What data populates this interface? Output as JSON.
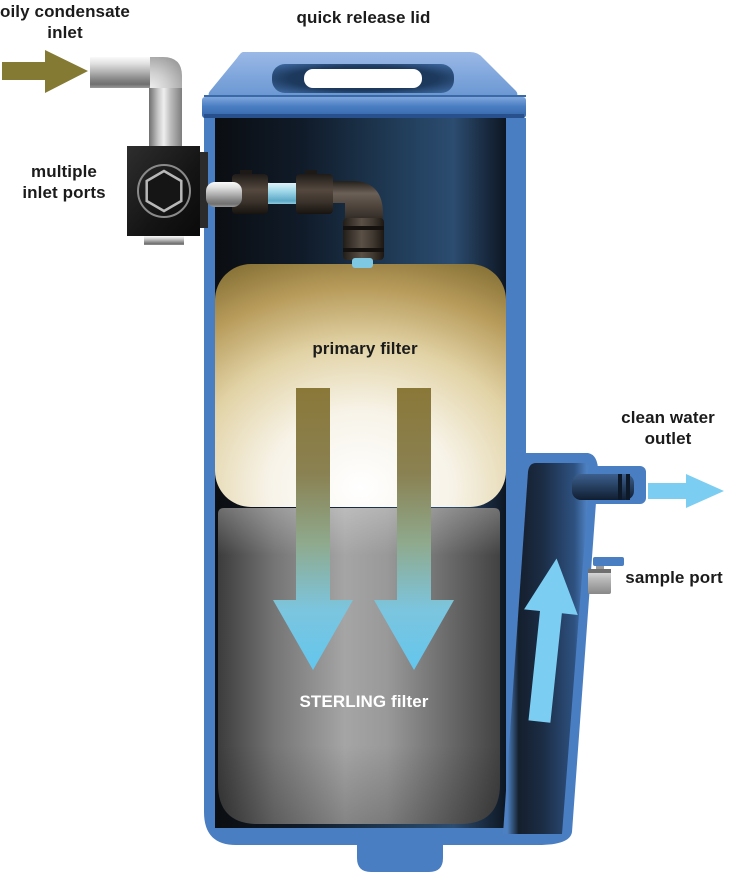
{
  "diagram": {
    "title": "oil-water separator filter cutaway",
    "labels": {
      "oily_condensate_inlet": "oily condensate inlet",
      "quick_release_lid": "quick release lid",
      "multiple_inlet_ports": "multiple inlet ports",
      "primary_filter": "primary filter",
      "clean_water_outlet": "clean water outlet",
      "sample_port": "sample port",
      "sterling_filter": "STERLING filter"
    },
    "icons": {
      "oily_inlet_arrow": "right-arrow (oily condensate flow in)",
      "filter_flow_arrows": "two down-arrows (flow through primary filter into STERLING filter)",
      "riser_flow_arrow": "up-arrow (clean water rising in outlet channel)",
      "clean_outlet_arrow": "right-arrow (clean water flow out)"
    },
    "colors": {
      "oily_flow": "#857a33",
      "clean_water": "#7ccdf2",
      "vessel_blue": "#4a7ec2",
      "lid_blue_light": "#8fb2e4",
      "interior_navy": "#23415f",
      "sterling_gray": "#9a9a9a",
      "pipe_gray": "#c9c9c9",
      "manifold_black": "#1a1a1a",
      "label_text": "#1b1b1b",
      "sterling_label_text": "#ffffff"
    }
  }
}
